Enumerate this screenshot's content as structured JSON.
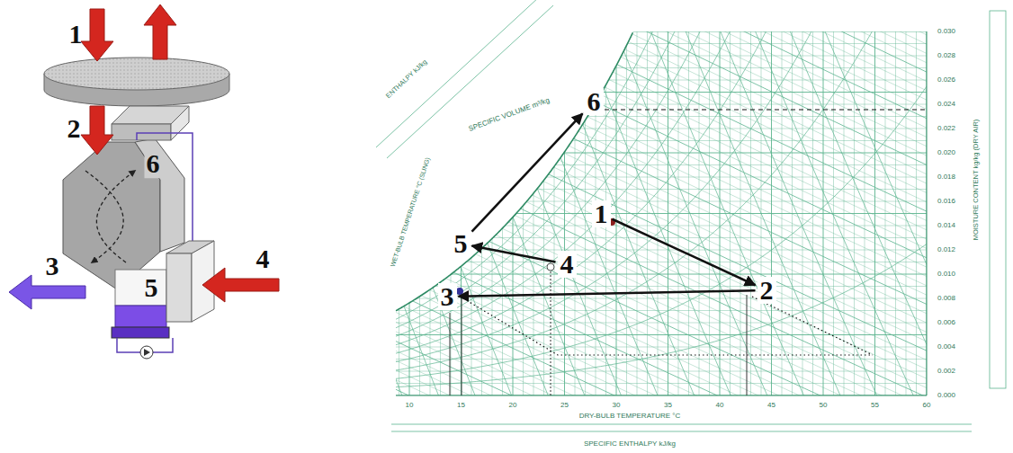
{
  "diagram": {
    "nodes": [
      {
        "text": [
          "1"
        ]
      },
      {
        "text": [
          "2"
        ]
      },
      {
        "text": [
          "3"
        ]
      },
      {
        "text": [
          "4"
        ]
      },
      {
        "text": [
          "5"
        ]
      },
      {
        "text": [
          "6"
        ]
      }
    ],
    "edges": [
      {
        "from": 0,
        "to": 1,
        "arrow": "to"
      },
      {
        "from": 1,
        "to": 2,
        "arrow": "to"
      },
      {
        "from": 3,
        "to": 4,
        "arrow": "to"
      },
      {
        "from": 4,
        "to": 5,
        "arrow": "to"
      }
    ],
    "labels": [
      "1",
      "2",
      "6",
      "3",
      "5",
      "4",
      "ENTHALPY kJ/kg",
      "SPECIFIC VOLUME m³/kg",
      "WET-BULB TEMPERATURE °C (SLING)",
      "MOISTURE CONTENT kg/kg (DRY AIR)",
      "DRY-BULB TEMPERATURE °C",
      "SPECIFIC ENTHALPY kJ/kg",
      "0.000",
      "0.002",
      "0.004",
      "0.006",
      "0.008",
      "0.010",
      "0.012",
      "0.014",
      "0.016",
      "0.018",
      "0.020",
      "0.022",
      "0.024",
      "0.026",
      "0.028",
      "0.030",
      "10",
      "15",
      "20",
      "25",
      "30",
      "35",
      "40",
      "45",
      "50",
      "55",
      "60"
    ]
  }
}
